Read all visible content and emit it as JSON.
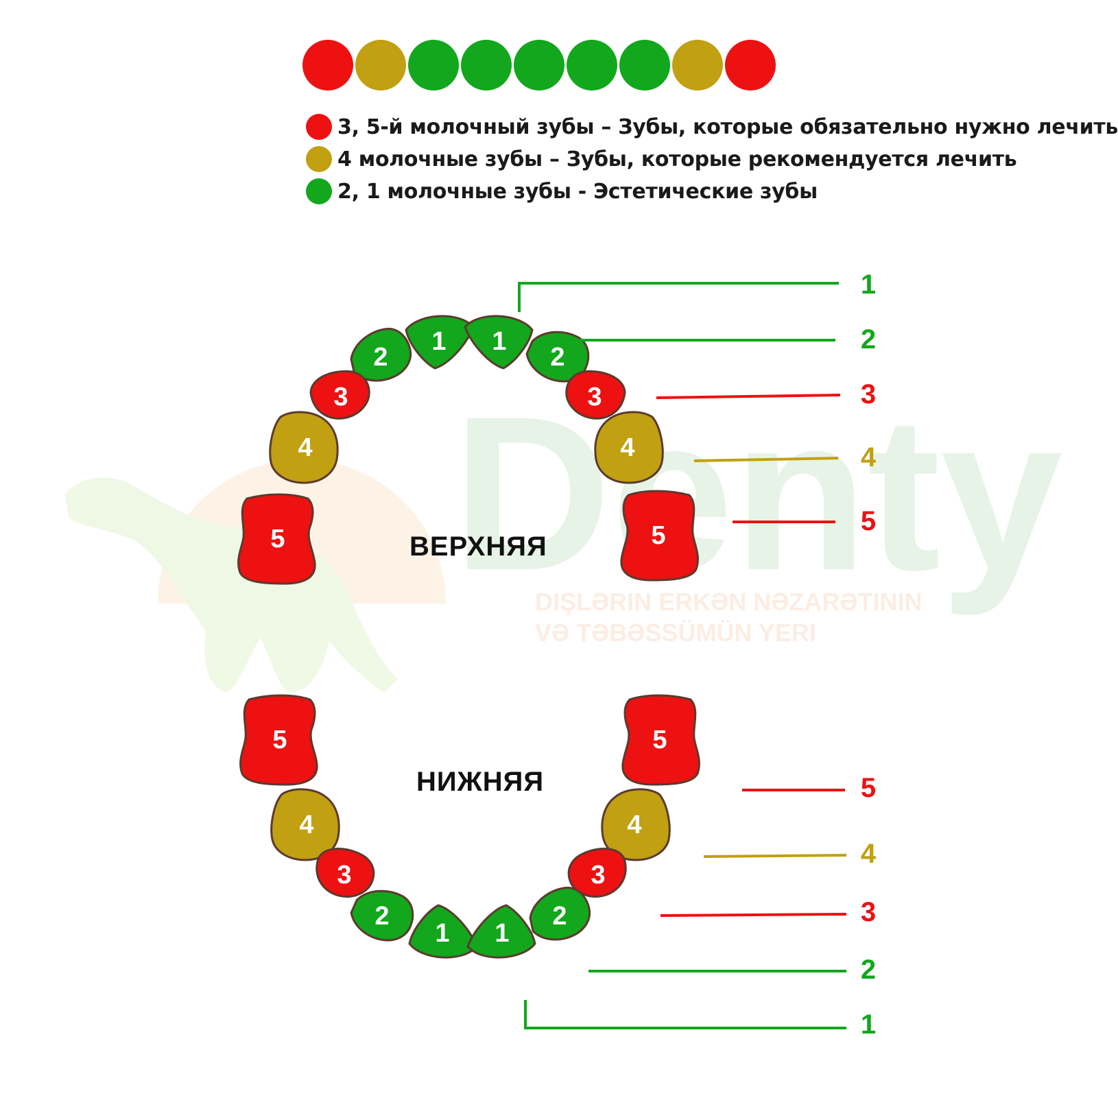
{
  "colors": {
    "must_treat": "#ed1111",
    "recommended": "#c1a011",
    "aesthetic": "#12a71c",
    "outline": "#5b3a2e",
    "tooth_number": "#ffffff"
  },
  "color_strip": [
    "must_treat",
    "recommended",
    "aesthetic",
    "aesthetic",
    "aesthetic",
    "aesthetic",
    "aesthetic",
    "recommended",
    "must_treat"
  ],
  "legend": [
    {
      "category": "must_treat",
      "text": "3, 5-й молочный зубы – Зубы, которые обязательно нужно лечить"
    },
    {
      "category": "recommended",
      "text": "4 молочные зубы – Зубы, которые рекомендуется лечить"
    },
    {
      "category": "aesthetic",
      "text": "2, 1 молочные зубы - Эстетические зубы"
    }
  ],
  "upper": {
    "label": "ВЕРХНЯЯ",
    "left_side": [
      {
        "number": "1",
        "category": "aesthetic",
        "shape": "incisor"
      },
      {
        "number": "2",
        "category": "aesthetic",
        "shape": "lateral"
      },
      {
        "number": "3",
        "category": "must_treat",
        "shape": "canine"
      },
      {
        "number": "4",
        "category": "recommended",
        "shape": "premolar"
      },
      {
        "number": "5",
        "category": "must_treat",
        "shape": "molar"
      }
    ],
    "right_side": [
      {
        "number": "1",
        "category": "aesthetic",
        "shape": "incisor"
      },
      {
        "number": "2",
        "category": "aesthetic",
        "shape": "lateral"
      },
      {
        "number": "3",
        "category": "must_treat",
        "shape": "canine"
      },
      {
        "number": "4",
        "category": "recommended",
        "shape": "premolar"
      },
      {
        "number": "5",
        "category": "must_treat",
        "shape": "molar"
      }
    ],
    "callouts": [
      {
        "number": "1",
        "category": "aesthetic"
      },
      {
        "number": "2",
        "category": "aesthetic"
      },
      {
        "number": "3",
        "category": "must_treat"
      },
      {
        "number": "4",
        "category": "recommended"
      },
      {
        "number": "5",
        "category": "must_treat"
      }
    ]
  },
  "lower": {
    "label": "НИЖНЯЯ",
    "left_side": [
      {
        "number": "5",
        "category": "must_treat",
        "shape": "molar"
      },
      {
        "number": "4",
        "category": "recommended",
        "shape": "premolar"
      },
      {
        "number": "3",
        "category": "must_treat",
        "shape": "canine"
      },
      {
        "number": "2",
        "category": "aesthetic",
        "shape": "lateral"
      },
      {
        "number": "1",
        "category": "aesthetic",
        "shape": "incisor"
      }
    ],
    "right_side": [
      {
        "number": "5",
        "category": "must_treat",
        "shape": "molar"
      },
      {
        "number": "4",
        "category": "recommended",
        "shape": "premolar"
      },
      {
        "number": "3",
        "category": "must_treat",
        "shape": "canine"
      },
      {
        "number": "2",
        "category": "aesthetic",
        "shape": "lateral"
      },
      {
        "number": "1",
        "category": "aesthetic",
        "shape": "incisor"
      }
    ],
    "callouts": [
      {
        "number": "5",
        "category": "must_treat"
      },
      {
        "number": "4",
        "category": "recommended"
      },
      {
        "number": "3",
        "category": "must_treat"
      },
      {
        "number": "2",
        "category": "aesthetic"
      },
      {
        "number": "1",
        "category": "aesthetic"
      }
    ]
  },
  "watermark": {
    "brand": "Denty",
    "tagline_1": "DIŞLƏRIN ERKƏN NƏZARƏTININ",
    "tagline_2": "VƏ TƏBƏSSÜMÜN YERI"
  }
}
